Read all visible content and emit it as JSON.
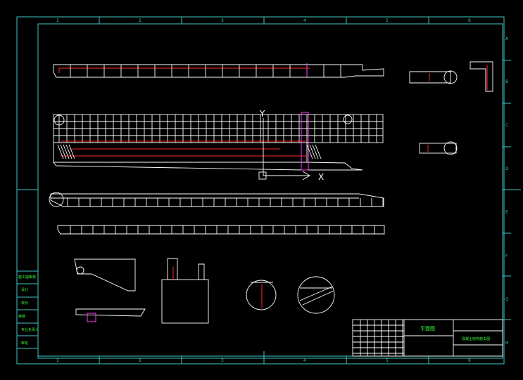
{
  "drawing": {
    "column_labels_top": [
      "1",
      "2",
      "3",
      "4",
      "5",
      "6"
    ],
    "column_labels_bottom": [
      "1",
      "2",
      "3",
      "4",
      "5",
      "6"
    ],
    "row_labels": [
      "A",
      "B",
      "C",
      "D",
      "E",
      "F",
      "G",
      "H"
    ],
    "axis_y": "Y",
    "axis_x": "X",
    "title_block": {
      "drawing_title": "平面图",
      "project_title": "混凝土结构施工图"
    },
    "side_table": [
      "施工图审核",
      "设计",
      "校对",
      "审核",
      "专业负责人",
      "审定"
    ],
    "colors": {
      "frame": "#3fc6c6",
      "lines": "#ffffff",
      "accent_red": "#ff2a2a",
      "accent_magenta": "#ff3cff",
      "text_green": "#3fff3f"
    }
  }
}
